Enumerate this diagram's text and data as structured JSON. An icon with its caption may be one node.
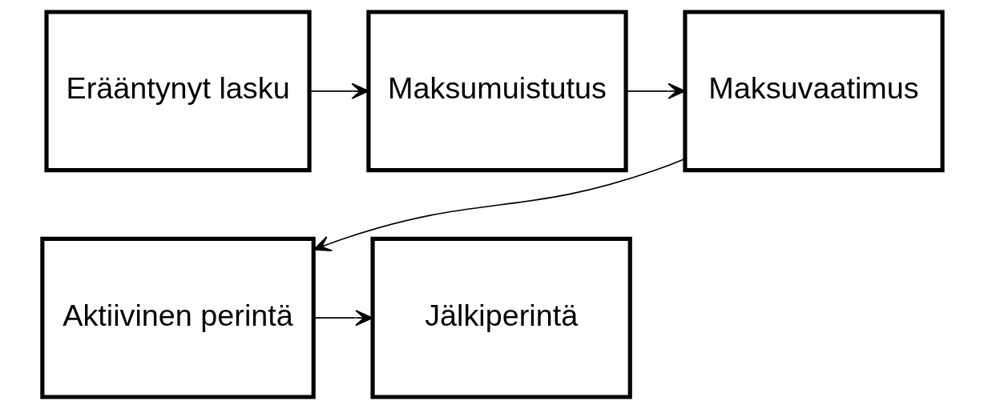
{
  "diagram": {
    "nodes": [
      {
        "text": [
          "Erääntynyt lasku"
        ]
      },
      {
        "text": [
          "Maksumuistutus"
        ]
      },
      {
        "text": [
          "Maksuvaatimus"
        ]
      },
      {
        "text": [
          "Aktiivinen perintä"
        ]
      },
      {
        "text": [
          "Jälkiperintä"
        ]
      }
    ],
    "edges": [
      {
        "from": 0,
        "to": 1,
        "arrow": "to"
      },
      {
        "from": 1,
        "to": 2,
        "arrow": "to"
      },
      {
        "from": 2,
        "to": 3,
        "arrow": "to"
      },
      {
        "from": 3,
        "to": 4,
        "arrow": "to"
      }
    ]
  }
}
